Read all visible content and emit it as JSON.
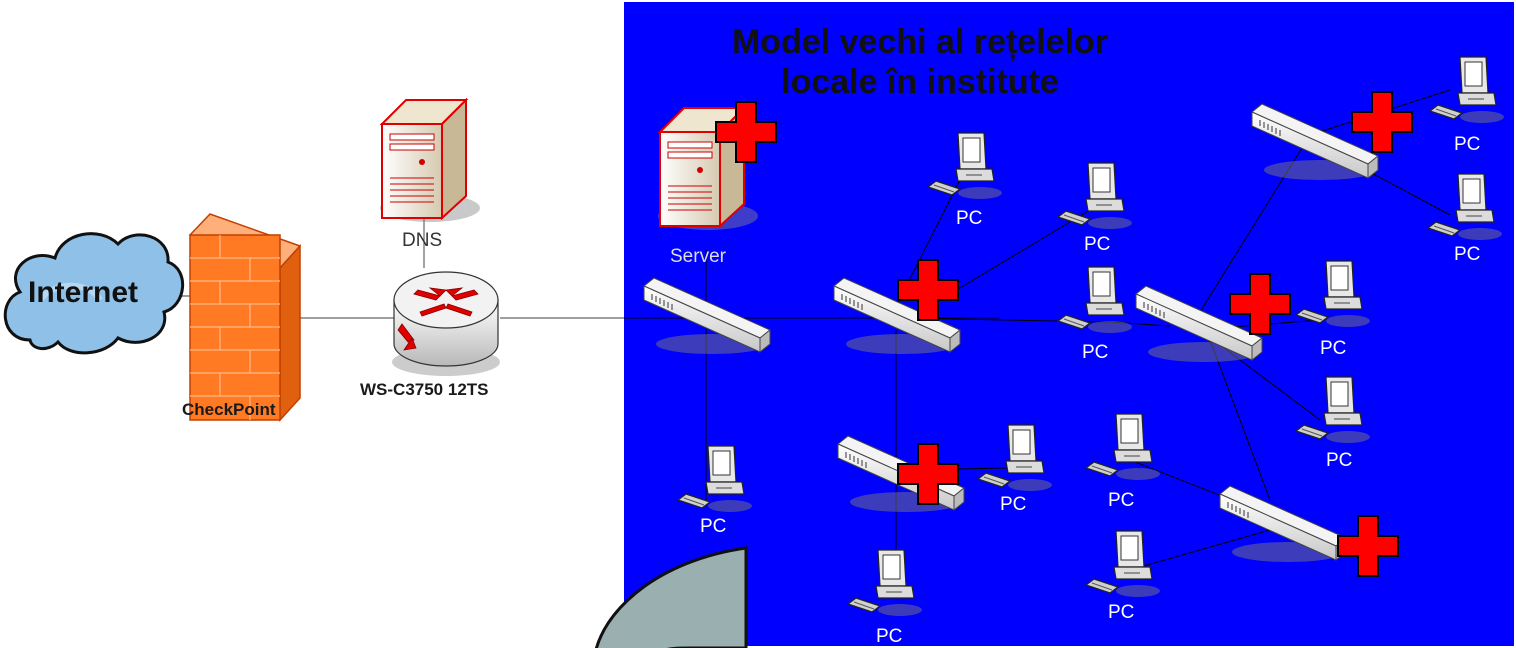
{
  "title": {
    "line1": "Model vechi al rețelelor",
    "line2": "locale în institute"
  },
  "labels": {
    "internet": "Internet",
    "firewall": "CheckPoint",
    "router": "WS-C3750 12TS",
    "dns": "DNS",
    "server": "Server",
    "pc": "PC"
  },
  "colors": {
    "network_area": "#0000ff",
    "cross": "#ff0000",
    "arc_fill": "#9ab0b0",
    "firewall": "#ff7a22",
    "cloud": "#8ec0e8"
  },
  "icons": [
    "cloud-icon",
    "firewall-icon",
    "router-icon",
    "server-icon",
    "switch-icon",
    "pc-icon",
    "red-cross-icon"
  ]
}
